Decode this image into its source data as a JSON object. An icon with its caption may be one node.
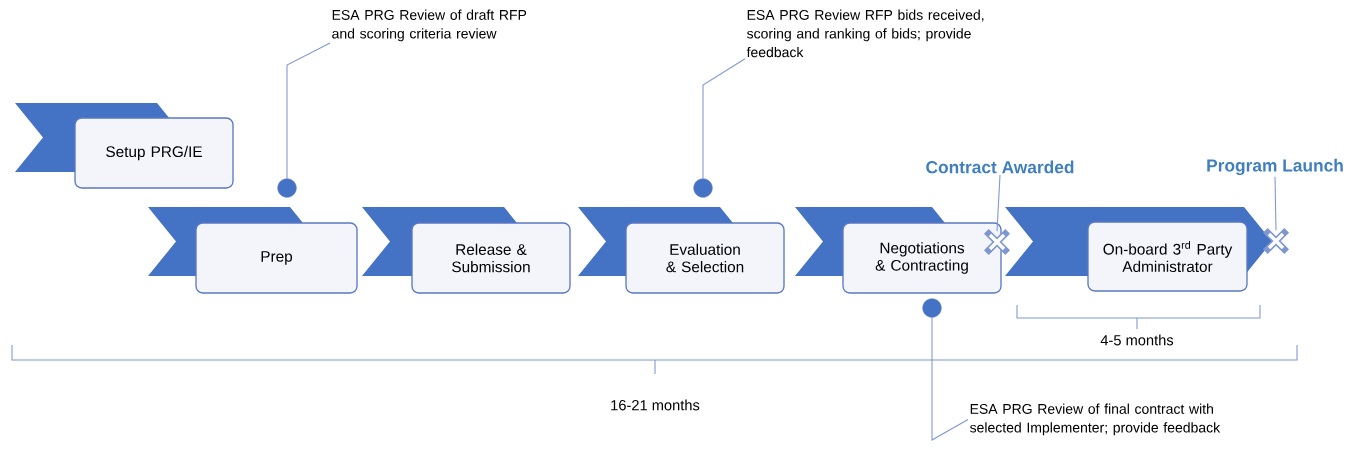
{
  "diagram": {
    "nodes": [
      {
        "text": [
          "Setup PRG/IE"
        ]
      },
      {
        "text": [
          "Prep"
        ]
      },
      {
        "text": [
          "Release & Submission"
        ]
      },
      {
        "text": [
          "Evaluation & Selection"
        ]
      },
      {
        "text": [
          "Negotiations & Contracting"
        ]
      },
      {
        "text": [
          "On-board 3$^{rd}$ Party Administrator"
        ]
      },
      {
        "text": [
          "ESA PRG Review of draft RFP and scoring criteria review"
        ]
      },
      {
        "text": [
          "ESA PRG Review RFP bids received, scoring and ranking of bids; provide feedback"
        ]
      },
      {
        "text": [
          "ESA PRG Review of final contract with selected Implementer; provide feedback"
        ]
      },
      {
        "text": [],
        "shape": "circle"
      },
      {
        "text": [],
        "shape": "circle"
      },
      {
        "text": [],
        "shape": "circle"
      },
      {
        "text": [
          "Contract Awarded"
        ]
      },
      {
        "text": [
          "Program Launch"
        ]
      },
      {
        "text": [],
        "shape": "cross"
      },
      {
        "text": [],
        "shape": "cross"
      }
    ],
    "edges": [
      {
        "from": 6,
        "to": 9,
        "arrow": "none"
      },
      {
        "from": 7,
        "to": 10,
        "arrow": "none"
      },
      {
        "from": 8,
        "to": 11,
        "arrow": "none"
      },
      {
        "from": 12,
        "to": 14,
        "arrow": "none"
      },
      {
        "from": 13,
        "to": 15,
        "arrow": "none"
      }
    ],
    "labels": [
      "4-5 months",
      "16-21 months"
    ]
  }
}
